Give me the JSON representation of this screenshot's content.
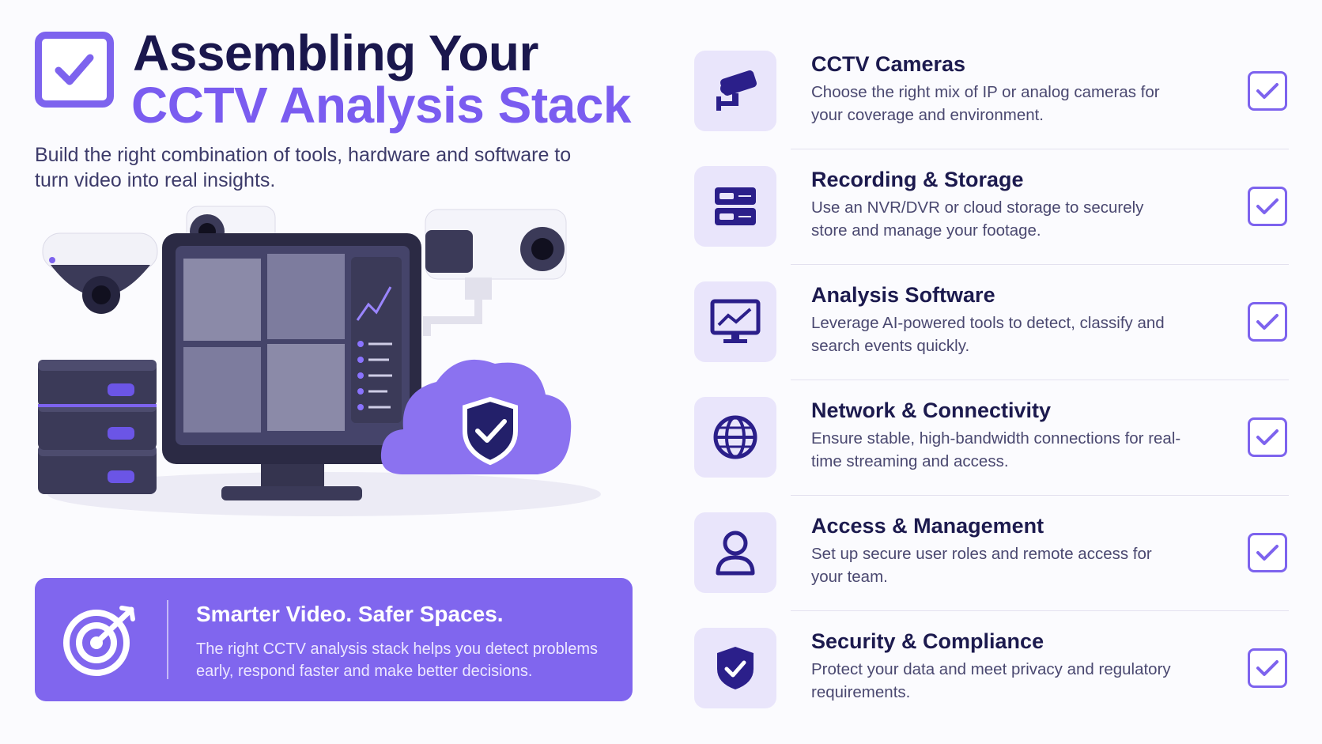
{
  "header": {
    "title_line1": "Assembling Your",
    "title_line2": "CCTV Analysis Stack",
    "subtitle": "Build the right combination of tools, hardware and software to turn video into real insights."
  },
  "banner": {
    "heading": "Smarter Video. Safer Spaces.",
    "body": "The right CCTV analysis stack helps you detect problems early, respond faster and make better decisions.",
    "icon": "target-icon"
  },
  "stack_items": [
    {
      "title": "CCTV Cameras",
      "description": "Choose the right mix of IP or analog cameras for your coverage and environment.",
      "icon": "camera-icon",
      "checked": true
    },
    {
      "title": "Recording & Storage",
      "description": "Use an NVR/DVR or cloud storage to securely store and manage your footage.",
      "icon": "storage-icon",
      "checked": true
    },
    {
      "title": "Analysis Software",
      "description": "Leverage AI-powered tools to detect, classify and search events quickly.",
      "icon": "monitor-chart-icon",
      "checked": true
    },
    {
      "title": "Network & Connectivity",
      "description": "Ensure stable, high-bandwidth connections for real-time streaming and access.",
      "icon": "globe-icon",
      "checked": true
    },
    {
      "title": "Access & Management",
      "description": "Set up secure user roles and remote access for your team.",
      "icon": "user-icon",
      "checked": true
    },
    {
      "title": "Security & Compliance",
      "description": "Protect your data and meet privacy and regulatory requirements.",
      "icon": "shield-check-icon",
      "checked": true
    }
  ],
  "colors": {
    "accent": "#7d63ee",
    "banner": "#8066ee",
    "navy": "#1c1a4e",
    "tile": "#e9e5fb"
  }
}
